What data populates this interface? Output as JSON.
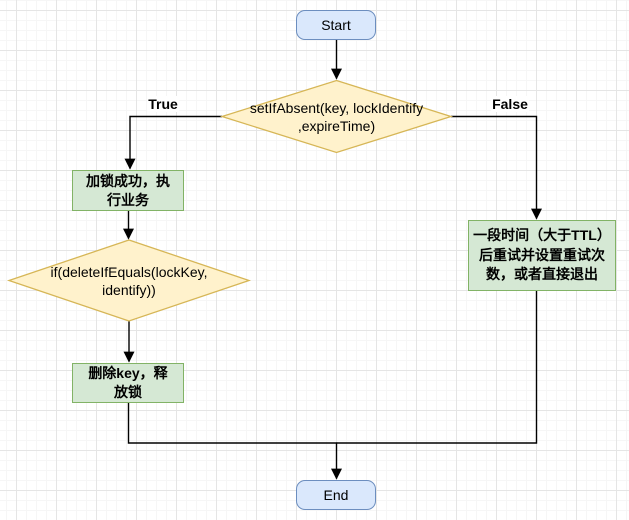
{
  "diagram": {
    "type": "flowchart",
    "topic": "Redis distributed lock (setIfAbsent) flow",
    "nodes": {
      "start": {
        "label": "Start",
        "shape": "rounded-rectangle",
        "fill": "#dae8fc"
      },
      "decision_setifabsent": {
        "label": "setIfAbsent(key, lockIdentify\n,expireTime)",
        "shape": "diamond",
        "fill": "#fff2cc"
      },
      "lock_success": {
        "label": "加锁成功，执\n行业务",
        "shape": "rectangle",
        "fill": "#d5e8d4"
      },
      "decision_delete": {
        "label": "if(deleteIfEquals(lockKey,\nidentify))",
        "shape": "diamond",
        "fill": "#fff2cc"
      },
      "delete_key": {
        "label": "删除key，释\n放锁",
        "shape": "rectangle",
        "fill": "#d5e8d4"
      },
      "retry": {
        "label": "一段时间（大于TTL）\n后重试并设置重试次\n数，或者直接退出",
        "shape": "rectangle",
        "fill": "#d5e8d4"
      },
      "end": {
        "label": "End",
        "shape": "rounded-rectangle",
        "fill": "#dae8fc"
      }
    },
    "edge_labels": {
      "true_branch": "True",
      "false_branch": "False"
    },
    "palette": {
      "blue_fill": "#dae8fc",
      "blue_stroke": "#6c8ebf",
      "green_fill": "#d5e8d4",
      "green_stroke": "#82b366",
      "yellow_fill": "#fff2cc",
      "yellow_stroke": "#d6b656",
      "edge_color": "#000000",
      "text_color": "#000000",
      "grid_major": "#e5e5e5",
      "grid_minor": "#f6f6f6"
    }
  }
}
